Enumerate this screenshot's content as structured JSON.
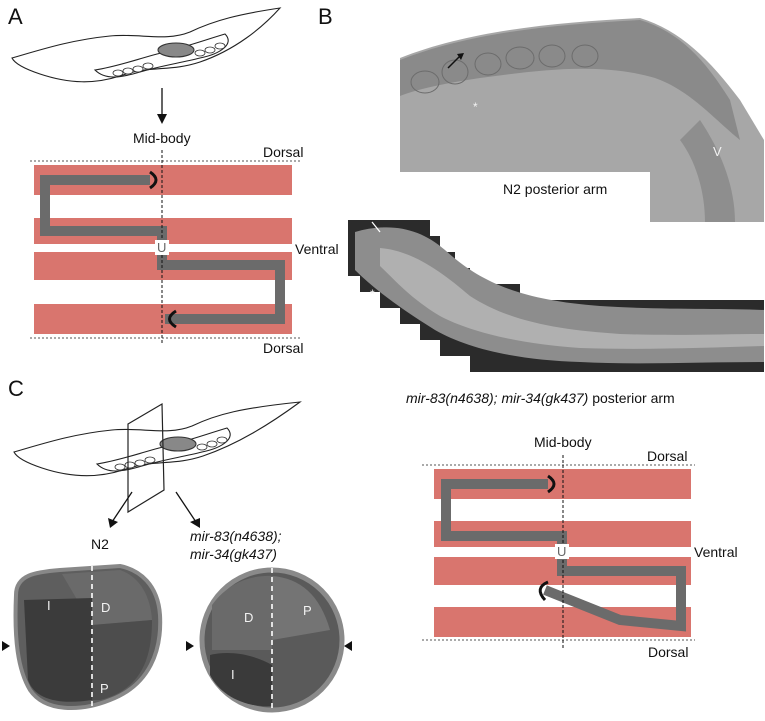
{
  "panels": {
    "A": {
      "letter": "A",
      "midbody": "Mid-body",
      "dorsal_top": "Dorsal",
      "ventral": "Ventral",
      "dorsal_bottom": "Dorsal",
      "u_mark": "U"
    },
    "B": {
      "letter": "B",
      "top_caption": "N2 posterior arm",
      "top_marks": {
        "asterisk": "*",
        "v": "V"
      },
      "bottom_caption_italic": "mir-83(n4638); mir-34(gk437)",
      "bottom_caption_rest": "posterior arm",
      "bottom_marks": {
        "asterisk": "*"
      }
    },
    "C": {
      "letter": "C",
      "n2_label": "N2",
      "mutant_label_line1": "mir-83(n4638);",
      "mutant_label_line2": "mir-34(gk437)",
      "left_section": {
        "D": "D",
        "I": "I",
        "P": "P"
      },
      "right_section": {
        "D": "D",
        "P": "P",
        "I": "I"
      },
      "diagram": {
        "midbody": "Mid-body",
        "dorsal_top": "Dorsal",
        "ventral": "Ventral",
        "dorsal_bottom": "Dorsal",
        "u_mark": "U"
      }
    }
  },
  "colors": {
    "band": "#d9756e",
    "tube": "#6b6b6b",
    "micrograph_light": "#9a9a9a",
    "micrograph_dark": "#3a3a3a"
  }
}
